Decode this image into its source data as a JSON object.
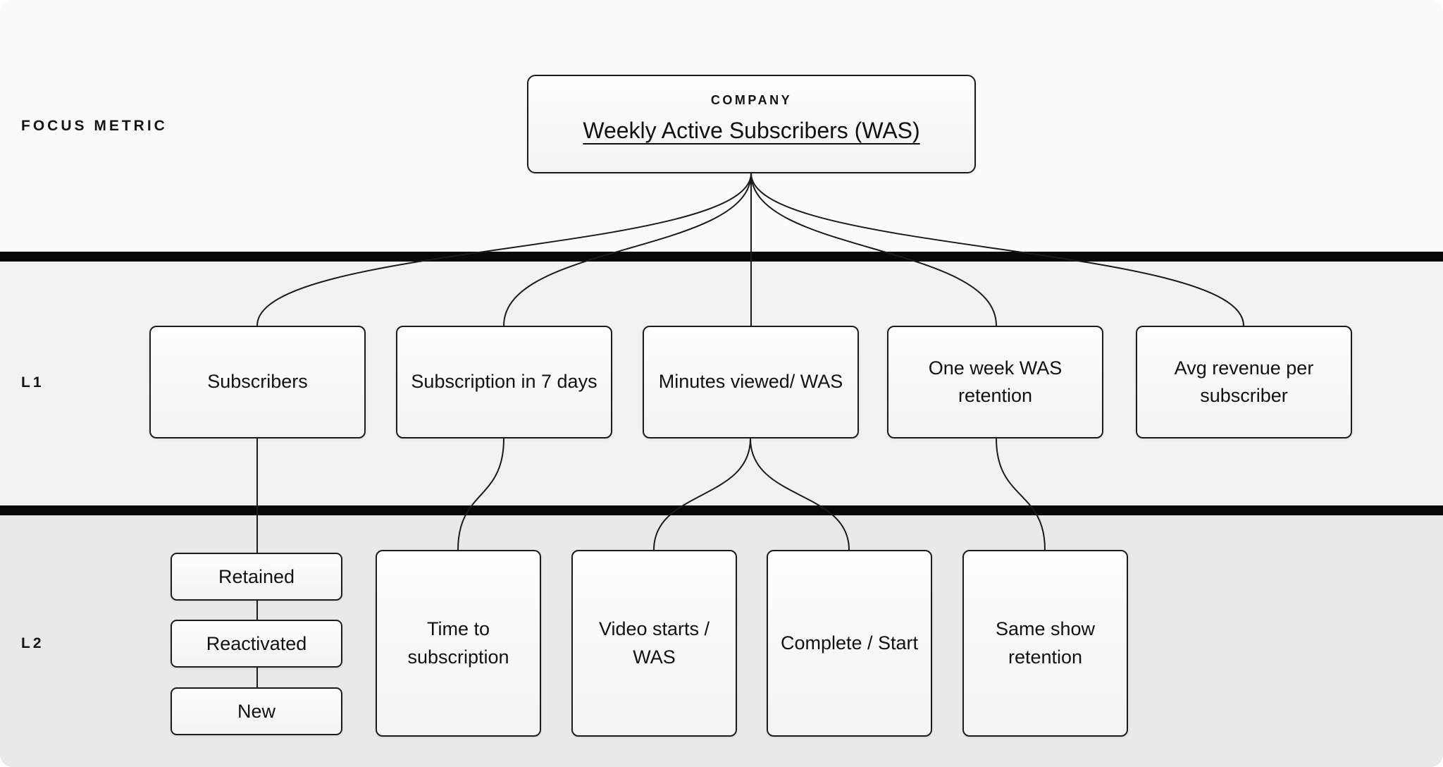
{
  "rows": {
    "focus_label": "FOCUS METRIC",
    "l1_label": "L1",
    "l2_label": "L2"
  },
  "company": {
    "eyebrow": "COMPANY",
    "title": "Weekly Active Subscribers (WAS)"
  },
  "l1": {
    "subscribers": "Subscribers",
    "subscription_7d": "Subscription in 7 days",
    "minutes_viewed": "Minutes viewed/ WAS",
    "one_week_retention": "One week WAS retention",
    "avg_revenue": "Avg revenue per subscriber"
  },
  "l2": {
    "retained": "Retained",
    "reactivated": "Reactivated",
    "new": "New",
    "time_to_subscription": "Time to subscription",
    "video_starts": "Video starts / WAS",
    "complete_start": "Complete / Start",
    "same_show": "Same show retention"
  },
  "colors": {
    "band_top": "#fbfbfa",
    "band_mid": "#f2f2f1",
    "band_bottom": "#e9e9e7",
    "divider": "#080808",
    "node_border": "#1c1c1c",
    "wire": "#1b1b1b"
  }
}
